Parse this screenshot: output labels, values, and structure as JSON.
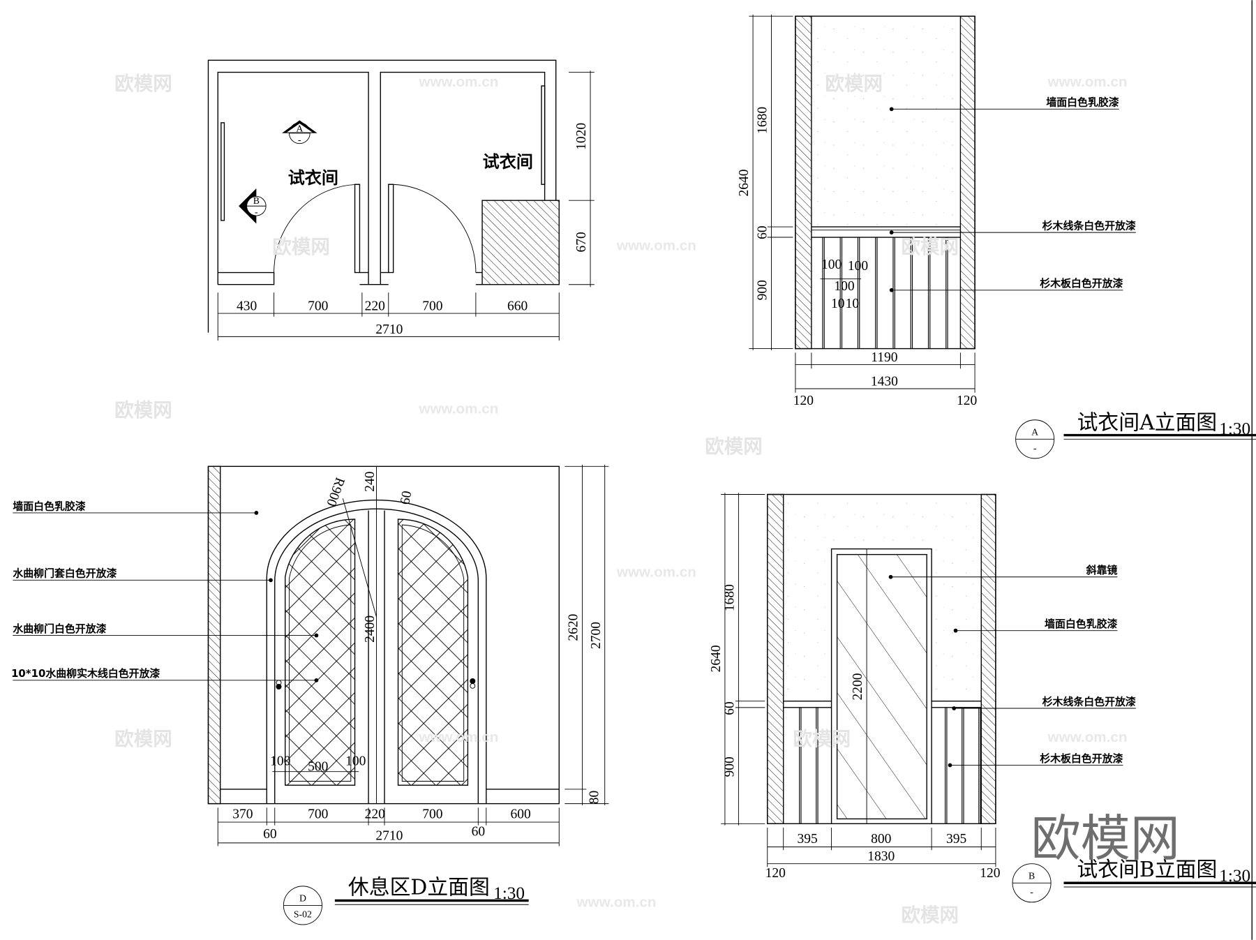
{
  "watermark": {
    "logo": "欧模网",
    "url": "www.om.cn"
  },
  "plan": {
    "room_label_left": "试衣间",
    "room_label_right": "试衣间",
    "marker_a": {
      "letter": "A",
      "sub": "-"
    },
    "marker_b": {
      "letter": "B",
      "sub": "-"
    },
    "dims_bottom": [
      "430",
      "700",
      "220",
      "700",
      "660"
    ],
    "dim_total": "2710",
    "dims_right": [
      "1020",
      "670"
    ]
  },
  "elev_a": {
    "title": "试衣间A立面图",
    "scale": "1:30",
    "marker": {
      "letter": "A",
      "sub": "-"
    },
    "dims_left_total": "2640",
    "dims_left": [
      "1680",
      "60",
      "900"
    ],
    "dim_inner": "1190",
    "dim_outer": "1430",
    "dim_wall_left": "120",
    "dim_wall_right": "120",
    "panel_dims": [
      "100",
      "100",
      "100",
      "10",
      "10"
    ],
    "callouts": [
      "墙面白色乳胶漆",
      "杉木线条白色开放漆",
      "杉木板白色开放漆"
    ]
  },
  "elev_b": {
    "title": "试衣间B立面图",
    "scale": "1:30",
    "marker": {
      "letter": "B",
      "sub": "-"
    },
    "dims_left_total": "2640",
    "dims_left": [
      "1680",
      "60",
      "900"
    ],
    "dim_mirror_height": "2200",
    "dims_bottom": [
      "395",
      "800",
      "395"
    ],
    "dim_total": "1830",
    "dim_wall_left": "120",
    "dim_wall_right": "120",
    "callouts": [
      "斜靠镜",
      "墙面白色乳胶漆",
      "杉木线条白色开放漆",
      "杉木板白色开放漆"
    ]
  },
  "elev_d": {
    "title": "休息区D立面图",
    "scale": "1:30",
    "marker": {
      "letter": "D",
      "sub": "S-02"
    },
    "callouts": [
      "墙面白色乳胶漆",
      "水曲柳门套白色开放漆",
      "水曲柳门白色开放漆",
      "10*10水曲柳实木线白色开放漆"
    ],
    "dim_top_gap": "240",
    "dim_casing": "60",
    "dim_radius": "R900",
    "dim_door_height": "2400",
    "dims_glass": [
      "100",
      "500",
      "100"
    ],
    "dims_bottom": [
      "370",
      "700",
      "220",
      "700",
      "600"
    ],
    "dims_casing_bottom": [
      "60",
      "60"
    ],
    "dim_total": "2710",
    "dims_right": [
      "2620",
      "2700",
      "80"
    ]
  }
}
